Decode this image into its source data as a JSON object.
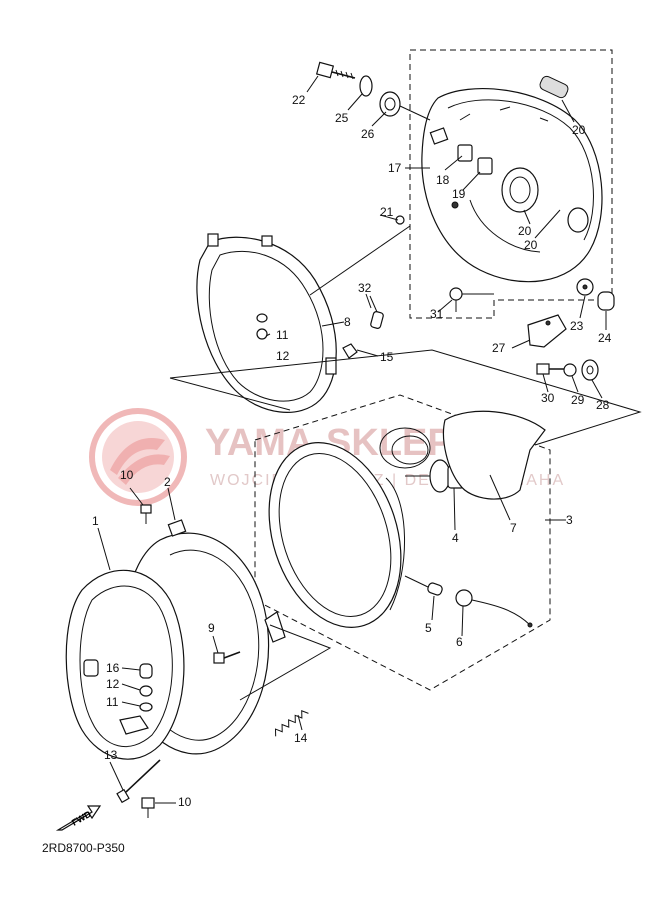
{
  "diagram_code": "2RD8700-P350",
  "fwd_label": "FWD",
  "watermark": {
    "title": "YAMA-SKLEP.PL",
    "subtitle": "WOJCIECH WOLCZ | DEALER YAMAHA"
  },
  "part_labels": {
    "p1": "1",
    "p2": "2",
    "p3": "3",
    "p4": "4",
    "p5": "5",
    "p6": "6",
    "p7": "7",
    "p8": "8",
    "p9": "9",
    "p10a": "10",
    "p10b": "10",
    "p11a": "11",
    "p11b": "11",
    "p12a": "12",
    "p12b": "12",
    "p13": "13",
    "p14": "14",
    "p15": "15",
    "p16": "16",
    "p17": "17",
    "p18": "18",
    "p19": "19",
    "p20a": "20",
    "p20b": "20",
    "p20c": "20",
    "p21": "21",
    "p22": "22",
    "p23": "23",
    "p24": "24",
    "p25": "25",
    "p26": "26",
    "p27": "27",
    "p28": "28",
    "p29": "29",
    "p30": "30",
    "p31": "31",
    "p32": "32"
  }
}
